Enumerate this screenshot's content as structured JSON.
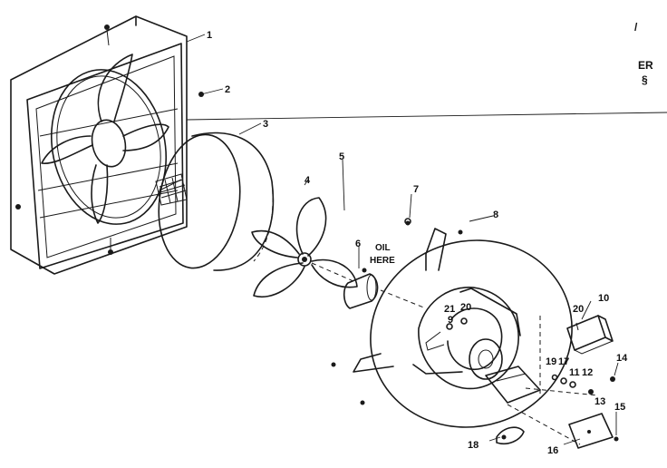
{
  "diagram": {
    "callouts": [
      "1",
      "2",
      "3",
      "4",
      "5",
      "6",
      "7",
      "8",
      "9",
      "10",
      "11",
      "12",
      "13",
      "14",
      "15",
      "16",
      "17",
      "18",
      "19",
      "20",
      "20",
      "21"
    ],
    "note_lines": [
      "OIL",
      "HERE"
    ],
    "edge_marks": [
      "/",
      "ER",
      "§"
    ]
  }
}
